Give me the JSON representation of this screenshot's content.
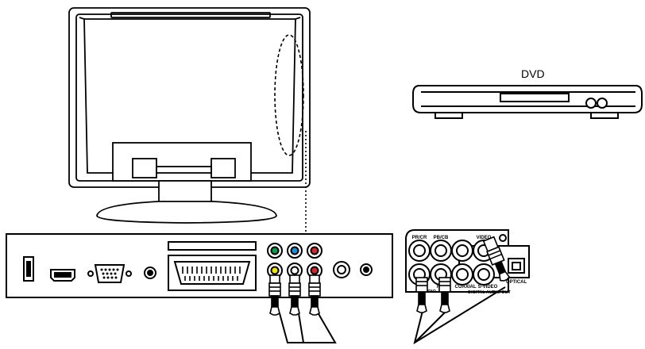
{
  "labels": {
    "dvd": "DVD",
    "pr_cr": "PR/CR",
    "pb_cb": "PB/CB",
    "video": "VIDEO",
    "l": "L",
    "r": "R",
    "audio": "AUDIO",
    "coaxial": "COAXIAL",
    "s_video": "S-VIDEO",
    "optical": "OPTICAL",
    "digital_audio_out": "DIGITAL AUDIO OUT"
  },
  "colors": {
    "line": "#000000",
    "jack_green": "#00a04a",
    "jack_blue": "#1a8fd8",
    "jack_red": "#d8262c",
    "jack_yellow": "#f2e600",
    "jack_white": "#ffffff"
  }
}
